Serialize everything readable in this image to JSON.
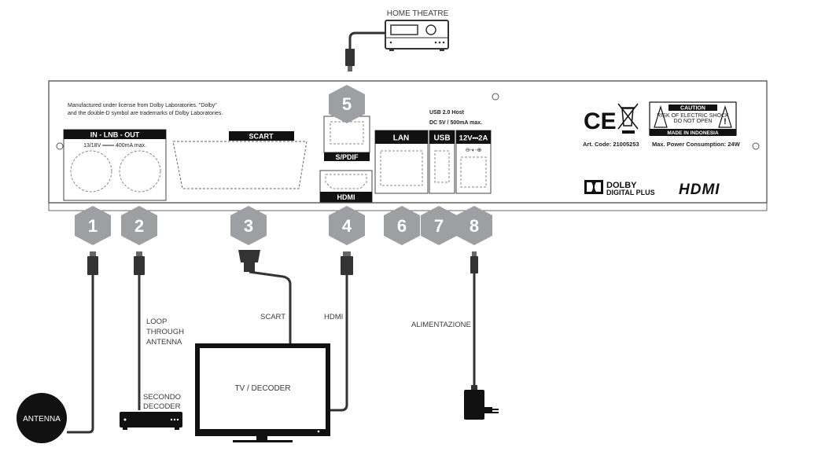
{
  "external": {
    "home_theatre": "HOME THEATRE",
    "antenna": "ANTENNA",
    "secondo_decoder": [
      "SECONDO",
      "DECODER"
    ],
    "loop_through": [
      "LOOP",
      "THROUGH",
      "ANTENNA"
    ],
    "scart_cable": "SCART",
    "hdmi_cable": "HDMI",
    "alimentazione": "ALIMENTAZIONE",
    "tv": "TV / DECODER"
  },
  "panel": {
    "license": [
      "Manufactured under license from Dolby Laboratories. \"Dolby\"",
      "and the double-D symbol are trademarks of Dolby Laboratories."
    ],
    "lnb_header": "IN  -  LNB  -  OUT",
    "lnb_spec": "13/18V ═══ 400mA max.",
    "scart": "SCART",
    "spdif": "S/PDIF",
    "hdmi": "HDMI",
    "lan": "LAN",
    "usb": "USB",
    "usb_info": [
      "USB 2.0 Host",
      "DC 5V / 500mA max."
    ],
    "power": "12V⎓2A",
    "power_polarity": "⊖-◐-⊕",
    "ce": "CE",
    "caution": [
      "CAUTION",
      "RISK OF ELECTRIC SHOCK",
      "DO NOT OPEN"
    ],
    "made_in": "MADE IN INDONESIA",
    "art_code": "Art. Code: 21005253",
    "max_power": "Max. Power Consumption: 24W",
    "dolby_line1": "DOLBY",
    "dolby_line2": "DIGITAL PLUS",
    "hdmi_logo": "HDMI"
  },
  "callouts": [
    "1",
    "2",
    "3",
    "4",
    "5",
    "6",
    "7",
    "8"
  ],
  "colors": {
    "badge": "#9d9fa2",
    "line": "#3a3a3a",
    "header": "#111111"
  }
}
